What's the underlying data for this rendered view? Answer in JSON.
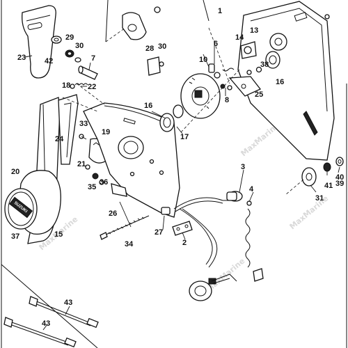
{
  "watermark": "MaxMarine",
  "part_labels": {
    "p1": "1",
    "p2": "2",
    "p3": "3",
    "p4": "4",
    "p6": "6",
    "p7": "7",
    "p8": "8",
    "p10": "10",
    "p13": "13",
    "p14": "14",
    "p15": "15",
    "p16a": "16",
    "p16b": "16",
    "p17": "17",
    "p18": "18",
    "p19": "19",
    "p20": "20",
    "p21": "21",
    "p22": "22",
    "p23": "23",
    "p24": "24",
    "p25": "25",
    "p26": "26",
    "p27": "27",
    "p28": "28",
    "p29": "29",
    "p30a": "30",
    "p30b": "30",
    "p31": "31",
    "p33": "33",
    "p34": "34",
    "p35": "35",
    "p36": "36",
    "p37": "37",
    "p38": "38",
    "p39": "39",
    "p40": "40",
    "p41": "41",
    "p42": "42",
    "p43a": "43",
    "p43b": "43"
  },
  "hub_badge": "SUZUKI"
}
